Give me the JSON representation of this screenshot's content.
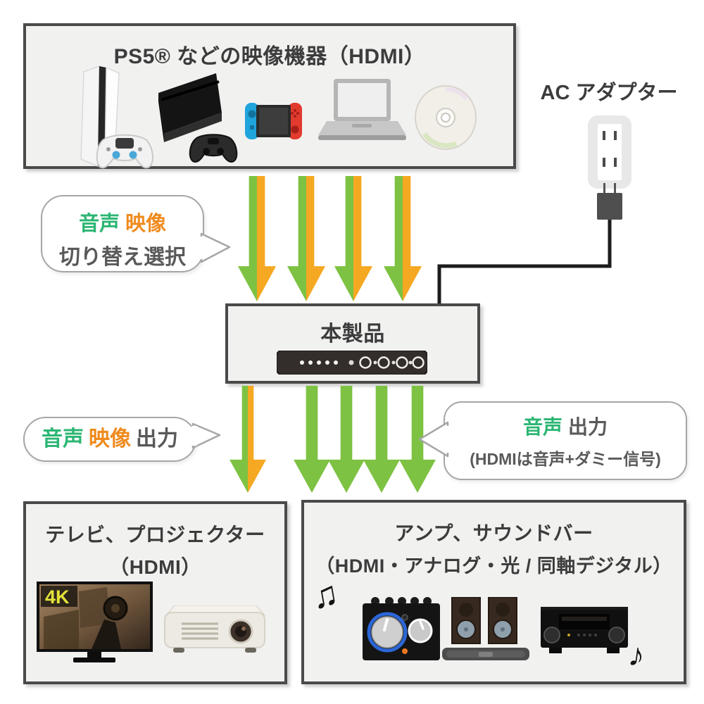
{
  "colors": {
    "audio_green": "#2bb673",
    "video_orange": "#ef8b1e",
    "arrow_green": "#7dc242",
    "arrow_orange": "#f5a821",
    "box_bg": "#f1f1f0",
    "box_border": "#4a4a4a"
  },
  "source_box": {
    "title": "PS5® などの映像機器（HDMI）",
    "devices": [
      "ps5-console",
      "ps4-console",
      "nintendo-switch",
      "laptop",
      "dvd-disc"
    ]
  },
  "ac": {
    "label": "AC アダプター"
  },
  "bubble_switch": {
    "audio": "音声",
    "video": "映像",
    "line2": "切り替え選択"
  },
  "product": {
    "title": "本製品"
  },
  "output_label": {
    "audio": "音声",
    "video": "映像",
    "suffix": "出力"
  },
  "bubble_right": {
    "audio": "音声",
    "suffix": "出力",
    "note": "(HDMIは音声+ダミー信号)"
  },
  "display_box": {
    "line1": "テレビ、プロジェクター",
    "line2": "（HDMI）",
    "badge": "4K",
    "devices": [
      "4k-tv",
      "projector"
    ]
  },
  "audio_box": {
    "line1": "アンプ、サウンドバー",
    "line2": "（HDMI・アナログ・光 / 同軸デジタル）",
    "devices": [
      "amplifier",
      "speakers-soundbar",
      "av-receiver"
    ]
  },
  "notes": {
    "left": "♫",
    "right": "♪"
  },
  "arrows": {
    "inputs_to_product": {
      "count": 4,
      "meaning": "audio+video"
    },
    "product_to_display": {
      "count": 1,
      "meaning": "audio+video"
    },
    "product_to_audio": {
      "count": 4,
      "meaning": "audio"
    }
  }
}
